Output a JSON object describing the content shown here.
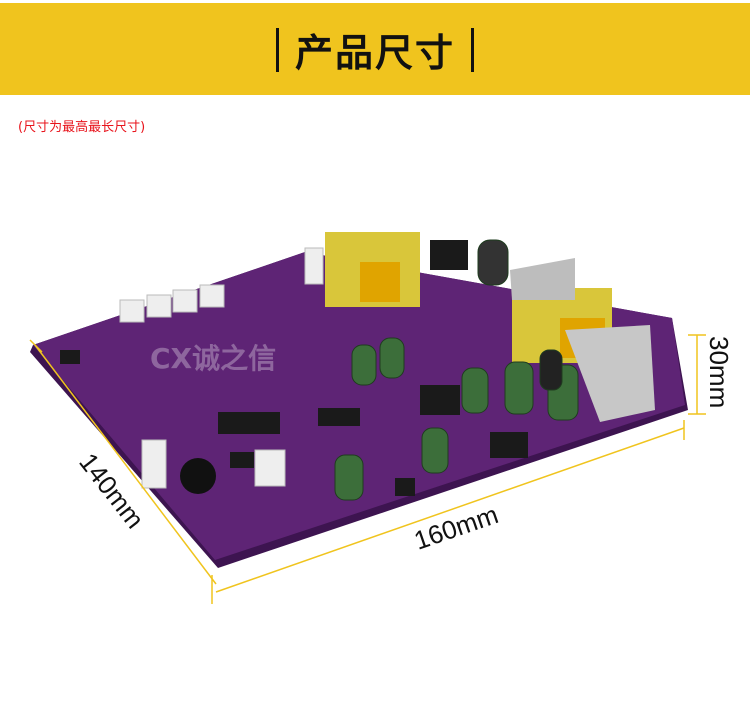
{
  "header": {
    "title": "产品尺寸"
  },
  "note": "(尺寸为最高最长尺寸)",
  "watermark": "CX诚之信",
  "dimensions": {
    "depth": "140mm",
    "length": "160mm",
    "height": "30mm"
  },
  "colors": {
    "band": "#F0C41E",
    "board": "#5a1f6e",
    "dimension_line": "#F0C41E",
    "note": "#e8141c"
  }
}
